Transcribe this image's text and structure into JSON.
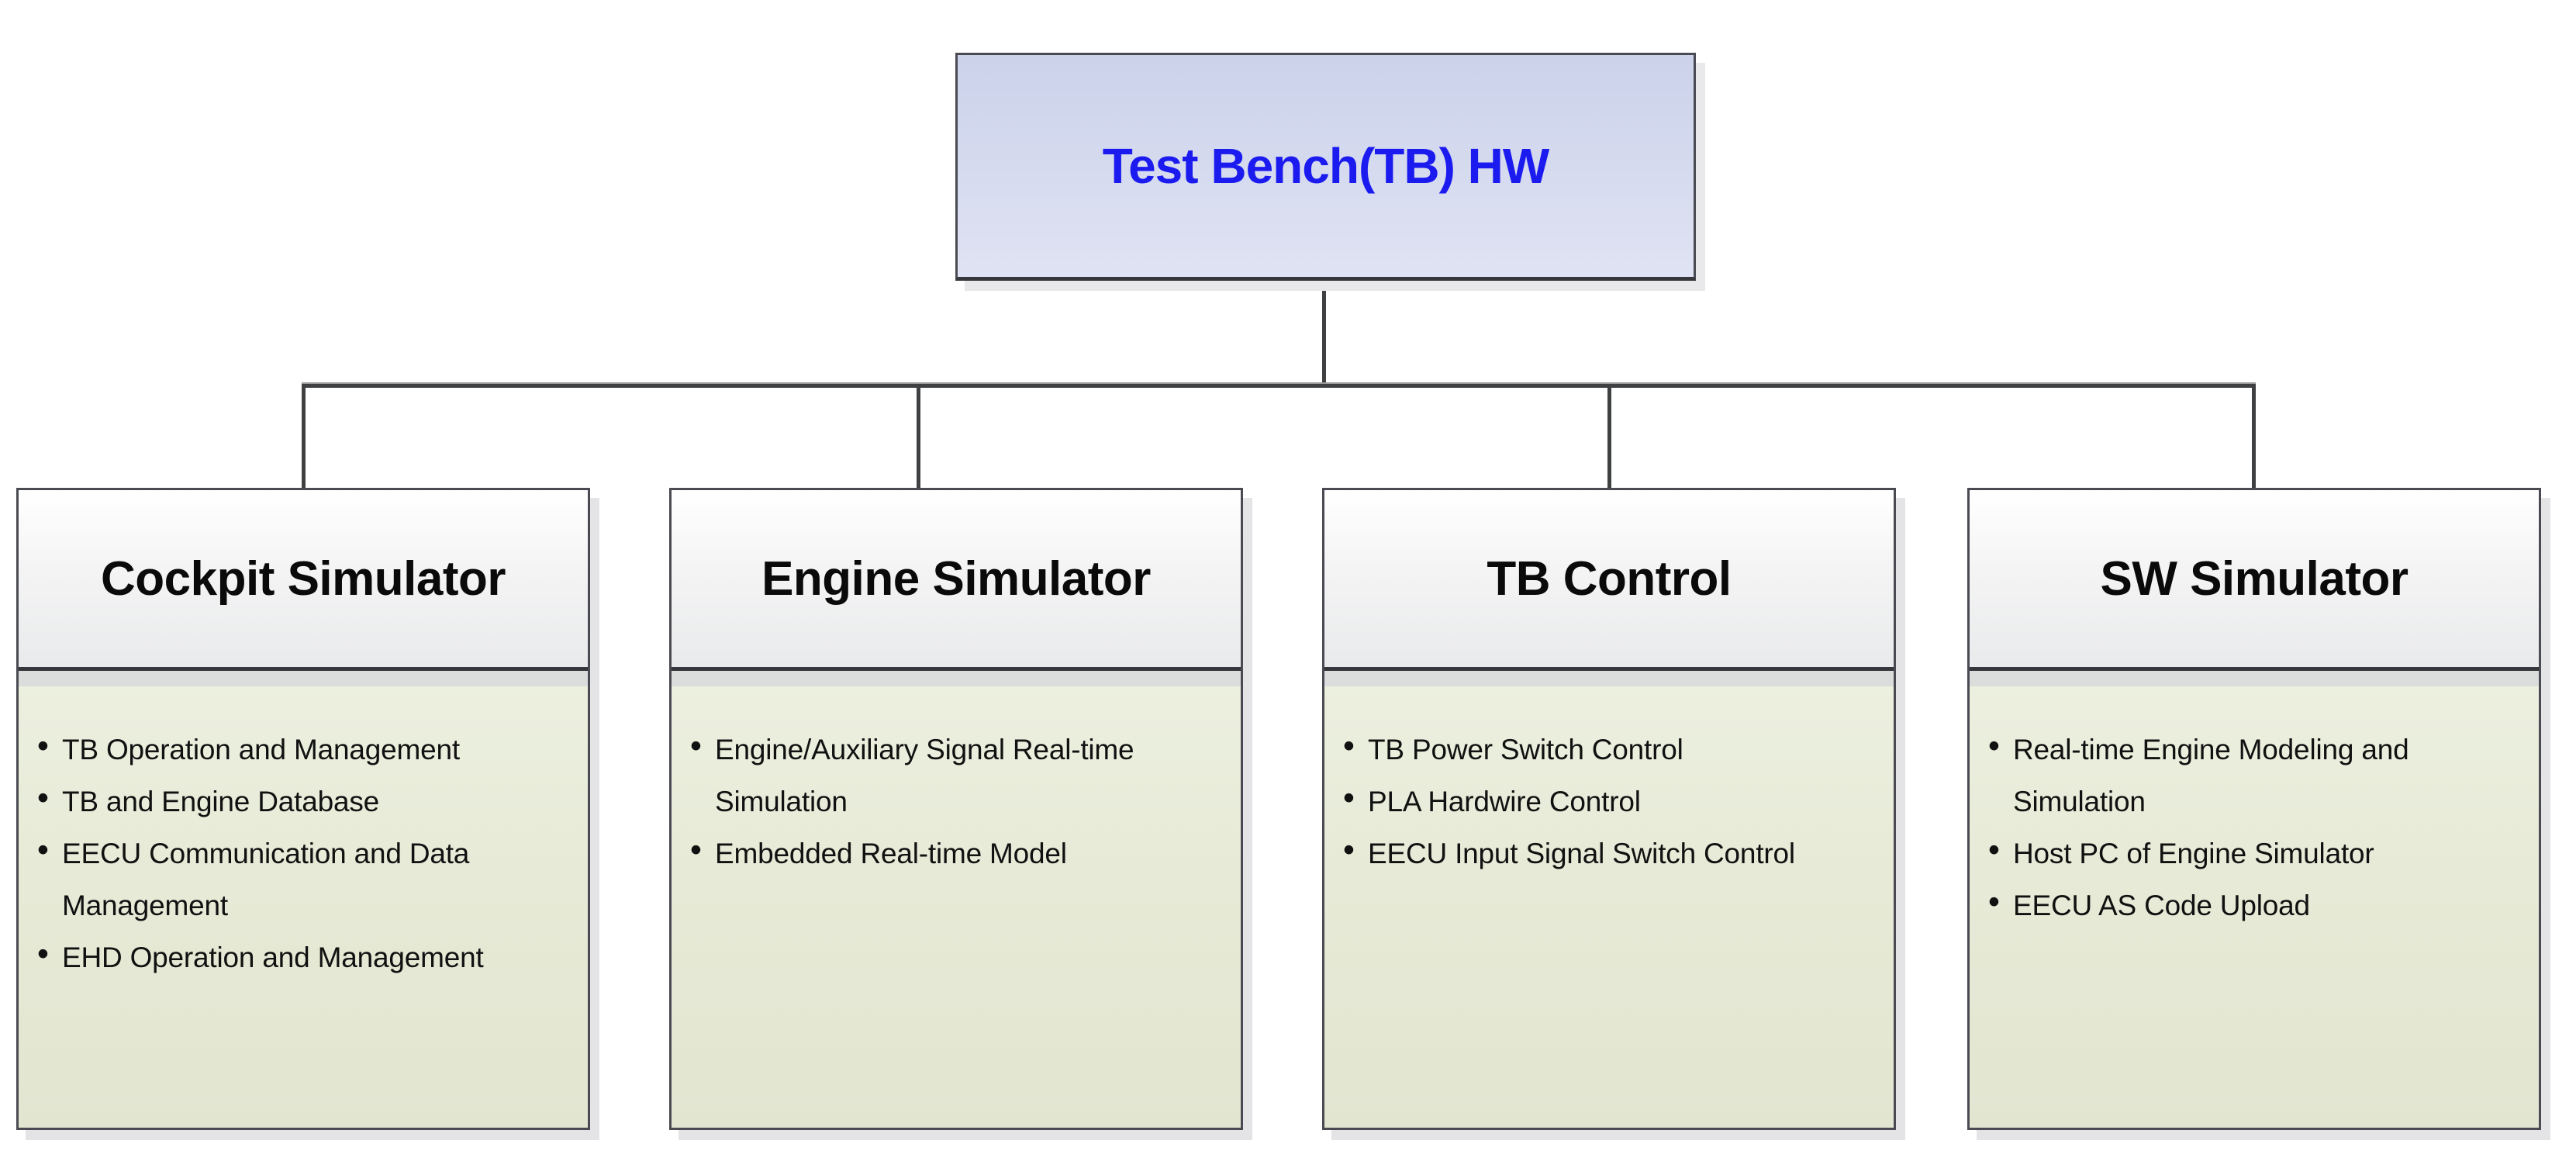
{
  "diagram": {
    "root": {
      "title": "Test Bench(TB) HW"
    },
    "branches": [
      {
        "title": "Cockpit Simulator",
        "items": [
          "TB Operation and Management",
          "TB and Engine Database",
          "EECU Communication and Data Management",
          "EHD Operation and Management"
        ]
      },
      {
        "title": "Engine Simulator",
        "items": [
          "Engine/Auxiliary Signal Real-time Simulation",
          "Embedded Real-time Model"
        ]
      },
      {
        "title": "TB Control",
        "items": [
          "TB Power Switch Control",
          "PLA Hardwire Control",
          "EECU Input Signal Switch Control"
        ]
      },
      {
        "title": "SW Simulator",
        "items": [
          "Real-time Engine Modeling and Simulation",
          "Host PC of Engine Simulator",
          "EECU AS Code Upload"
        ]
      }
    ],
    "colors": {
      "root_fill_top": "#cbd2ea",
      "root_fill_bottom": "#dfe3f3",
      "root_title_text": "#1b1bef",
      "header_fill_top": "#ffffff",
      "header_fill_bottom": "#e9eaeb",
      "body_fill": "#e6ead6",
      "border": "#4a4b52",
      "connector": "#3f4042",
      "body_text": "#111111"
    }
  }
}
